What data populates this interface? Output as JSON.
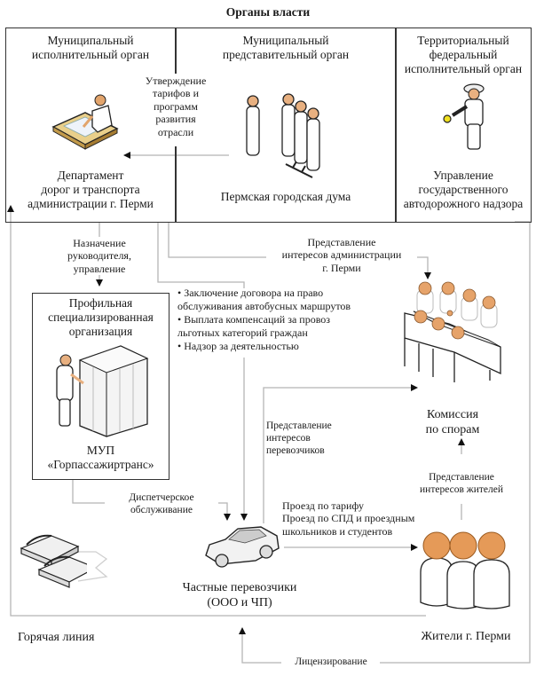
{
  "title": "Органы власти",
  "top_row": {
    "col1": {
      "header": [
        "Муниципальный",
        "исполнительный орган"
      ],
      "footer": [
        "Департамент",
        "дорог и транспорта",
        "администрации г. Перми"
      ],
      "icon": "person-at-desk-icon"
    },
    "col2": {
      "header": [
        "Муниципальный",
        "представительный орган"
      ],
      "footer": [
        "Пермская городская дума"
      ],
      "icon": "group-of-people-icon"
    },
    "col3": {
      "header": [
        "Территориальный",
        "федеральный",
        "исполнительный орган"
      ],
      "footer": [
        "Управление",
        "государственного",
        "автодорожного надзора"
      ],
      "icon": "police-officer-icon"
    }
  },
  "flows": {
    "approval": [
      "Утверждение",
      "тарифов и",
      "программ",
      "развития",
      "отрасли"
    ],
    "appointment": [
      "Назначение",
      "руководителя,",
      "управление"
    ],
    "admin_interest": [
      "Представление",
      "интересов администрации",
      "г. Перми"
    ],
    "carriers_interest": [
      "Представление",
      "интересов",
      "перевозчиков"
    ],
    "residents_interest": [
      "Представление",
      "интересов жителей"
    ],
    "dispatch": [
      "Диспетчерское",
      "обслуживание"
    ],
    "fare": [
      "Проезд по тарифу",
      "Проезд по СПД и проездным",
      "школьников и студентов"
    ],
    "licensing": "Лицензирование"
  },
  "bullets": [
    "Заключение договора на право",
    "обслуживания автобусных маршрутов",
    "Выплата компенсаций за провоз",
    "льготных категорий граждан",
    "Надзор за деятельностью"
  ],
  "nodes": {
    "profile_org": {
      "header": [
        "Профильная",
        "специализированная",
        "организация"
      ],
      "footer": [
        "МУП",
        "«Горпассажиртранс»"
      ],
      "icon": "person-at-server-icon"
    },
    "commission": {
      "label": [
        "Комиссия",
        "по спорам"
      ],
      "icon": "meeting-table-icon"
    },
    "carriers": {
      "label": [
        "Частные перевозчики",
        "(ООО и ЧП)"
      ],
      "icon": "car-icon"
    },
    "residents": {
      "label": "Жители г. Перми",
      "icon": "residents-group-icon"
    },
    "hotline": {
      "label": "Горячая линия",
      "icon": "telephones-icon"
    }
  }
}
